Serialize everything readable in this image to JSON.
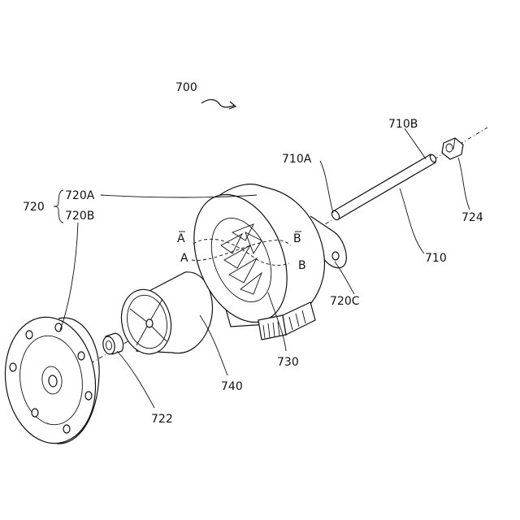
{
  "labels": {
    "assembly": "700",
    "flange_group": "720",
    "flange_a": "720A",
    "flange_b": "720B",
    "shaft_end": "710B",
    "shaft_tip": "710A",
    "shaft": "710",
    "nut": "724",
    "bracket": "720C",
    "stator": "730",
    "rotor": "740",
    "bearing": "722",
    "section_a": "A",
    "section_a_bar": "A",
    "section_b": "B",
    "section_b_bar": "B"
  }
}
